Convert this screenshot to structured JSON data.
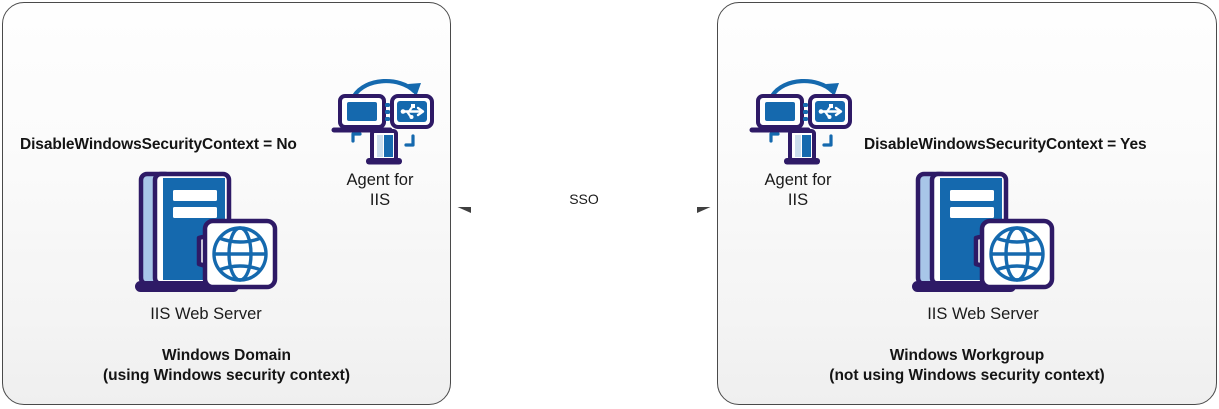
{
  "diagram": {
    "title_implied": "DisableWindowsSecurityContext in Windows Domain vs Windows Workgroup",
    "connector": {
      "label": "SSO",
      "style": "double-headed-arrow",
      "color": "#404040"
    },
    "colors": {
      "panel_border": "#4a4a4a",
      "panel_fill_top": "#fefefe",
      "panel_fill_bottom": "#efefef",
      "icon_purple": "#2e1a66",
      "icon_blue": "#1569ae",
      "icon_light_blue": "#a8c6e8",
      "icon_white": "#ffffff",
      "text": "#141414",
      "arrow": "#404040"
    },
    "panels": [
      {
        "id": "left",
        "setting_label": "DisableWindowsSecurityContext = No",
        "footer_title": "Windows Domain\n(using Windows security context)",
        "footer_line1": "Windows Domain",
        "footer_line2": "(using Windows security context)",
        "nodes": [
          {
            "id": "agent",
            "icon": "agent-for-iis-icon",
            "label": "Agent for\nIIS",
            "label_line1": "Agent for",
            "label_line2": "IIS"
          },
          {
            "id": "server",
            "icon": "iis-web-server-icon",
            "label": "IIS Web Server"
          }
        ]
      },
      {
        "id": "right",
        "setting_label": "DisableWindowsSecurityContext = Yes",
        "footer_title": "Windows Workgroup\n(not using Windows security context)",
        "footer_line1": "Windows Workgroup",
        "footer_line2": "(not using Windows security context)",
        "nodes": [
          {
            "id": "agent",
            "icon": "agent-for-iis-icon",
            "label": "Agent for\nIIS",
            "label_line1": "Agent for",
            "label_line2": "IIS"
          },
          {
            "id": "server",
            "icon": "iis-web-server-icon",
            "label": "IIS Web Server"
          }
        ]
      }
    ]
  }
}
